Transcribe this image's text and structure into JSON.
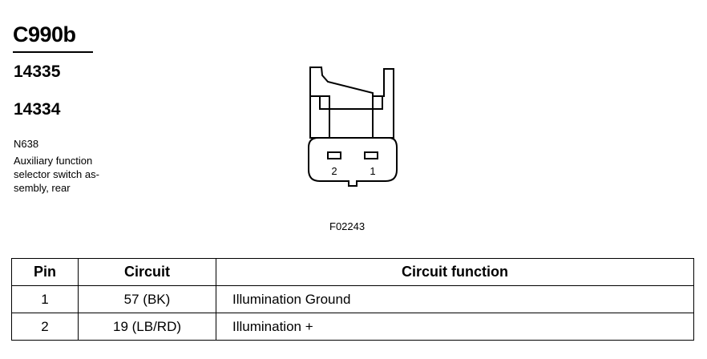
{
  "connector": {
    "id": "C990b",
    "part_numbers": [
      "14335",
      "14334"
    ],
    "component_code": "N638",
    "description_lines": [
      "Auxiliary function",
      "selector switch as-",
      "sembly, rear"
    ],
    "figure_id": "F02243",
    "pin_labels": [
      "2",
      "1"
    ]
  },
  "table": {
    "headers": [
      "Pin",
      "Circuit",
      "Circuit function"
    ],
    "rows": [
      {
        "pin": "1",
        "circuit": "57 (BK)",
        "function": "Illumination Ground"
      },
      {
        "pin": "2",
        "circuit": "19 (LB/RD)",
        "function": "Illumination +"
      }
    ]
  }
}
